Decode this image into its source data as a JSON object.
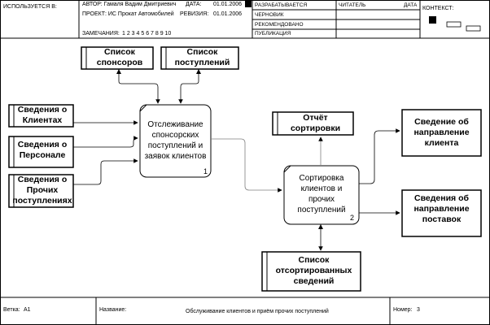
{
  "header": {
    "used_in_label": "ИСПОЛЬЗУЕТСЯ В:",
    "author_line": "АВТОР: Гамаля Вадим Дмитриевич",
    "date_label": "ДАТА:",
    "date_value": "01.01.2006",
    "project_line": "ПРОЕКТ:  ИС Прокат Автомобилей",
    "revision_label": "РЕВИЗИЯ:",
    "revision_value": "01.01.2006",
    "notes_label": "ЗАМЕЧАНИЯ:",
    "notes_numbers": "1  2  3  4  5  6  7  8  9  10",
    "status_items": [
      "РАЗРАБАТЫВАЕТСЯ",
      "ЧЕРНОВИК",
      "РЕКОМЕНДОВАНО",
      "ПУБЛИКАЦИЯ"
    ],
    "reader_label": "ЧИТАТЕЛЬ",
    "reader_date_label": "ДАТА",
    "context_label": "КОНТЕКСТ:"
  },
  "diagram": {
    "controls": {
      "sponsors": [
        "Список",
        "спонсоров"
      ],
      "receipts": [
        "Список",
        "поступлений"
      ]
    },
    "inputs": {
      "clients": [
        "Сведения о",
        "Клиентах"
      ],
      "staff": [
        "Сведения о",
        "Персонале"
      ],
      "other": [
        "Сведения о",
        "Прочих",
        "поступлениях"
      ]
    },
    "processes": {
      "p1": {
        "lines": [
          "Отслеживание",
          "спонсорских",
          "поступлений и",
          "заявок клиентов"
        ],
        "number": "1"
      },
      "p2": {
        "lines": [
          "Сортировка",
          "клиентов и",
          "прочих",
          "поступлений"
        ],
        "number": "2"
      }
    },
    "report": [
      "Отчёт",
      "сортировки"
    ],
    "outputs": {
      "client_direction": [
        "Сведение об",
        "направление",
        "клиента"
      ],
      "supply_direction": [
        "Сведения об",
        "направление",
        "поставок"
      ]
    },
    "sorted": [
      "Список",
      "отсортированных",
      "сведений"
    ]
  },
  "footer": {
    "node_label": "Ветка:",
    "node_value": "A1",
    "name_label": "Название:",
    "title": "Обслуживание клиентов и приём прочих поступлений",
    "number_label": "Номер:",
    "number_value": "3"
  },
  "colors": {
    "line": "#000000",
    "connector": "#707070",
    "paper": "#ffffff"
  }
}
